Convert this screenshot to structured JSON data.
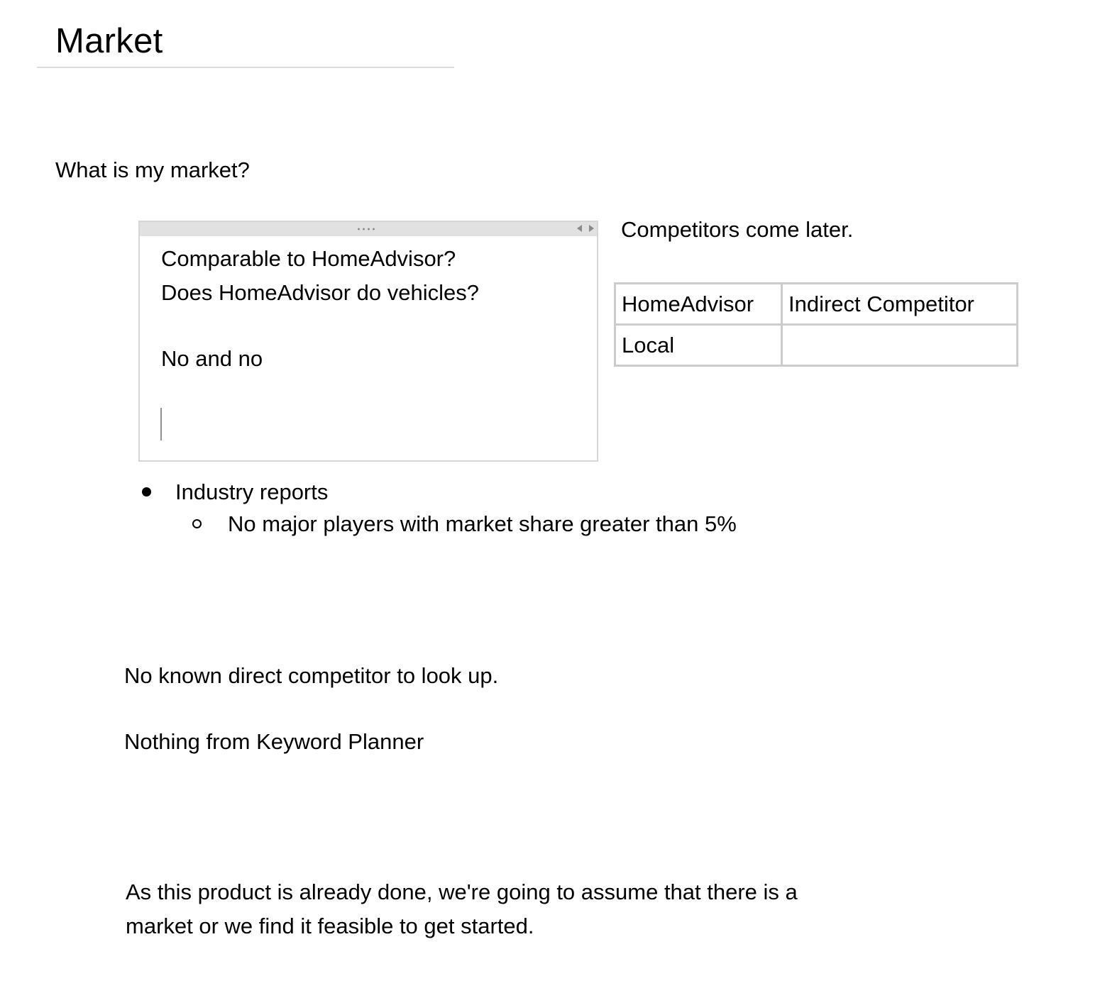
{
  "page": {
    "title": "Market"
  },
  "question": "What is my market?",
  "note_box": {
    "lines": [
      "Comparable to HomeAdvisor?",
      "Does HomeAdvisor do vehicles?",
      "No and no"
    ]
  },
  "competitors_note": "Competitors come later.",
  "table": {
    "rows": [
      [
        "HomeAdvisor",
        "Indirect Competitor"
      ],
      [
        "Local",
        ""
      ]
    ]
  },
  "bullets": {
    "item": "Industry reports",
    "subitem": "No major players with market share greater than 5%"
  },
  "paragraphs": {
    "direct_competitor": "No known direct competitor to look up.",
    "keyword_planner": "Nothing from Keyword Planner",
    "conclusion_line1": "As this product is already done, we're going to assume that there is a",
    "conclusion_line2": "market or we find it feasible to get started."
  },
  "icons": {
    "grip": "grip-dots-icon",
    "resize": "resize-arrows-icon",
    "bullet_level1": "filled-disc",
    "bullet_level2": "hollow-circle"
  },
  "colors": {
    "text": "#000000",
    "rule": "#dcdcdc",
    "container_border": "#d6d6d6",
    "container_handle": "#e1e1e1",
    "table_border": "#cccccc"
  }
}
